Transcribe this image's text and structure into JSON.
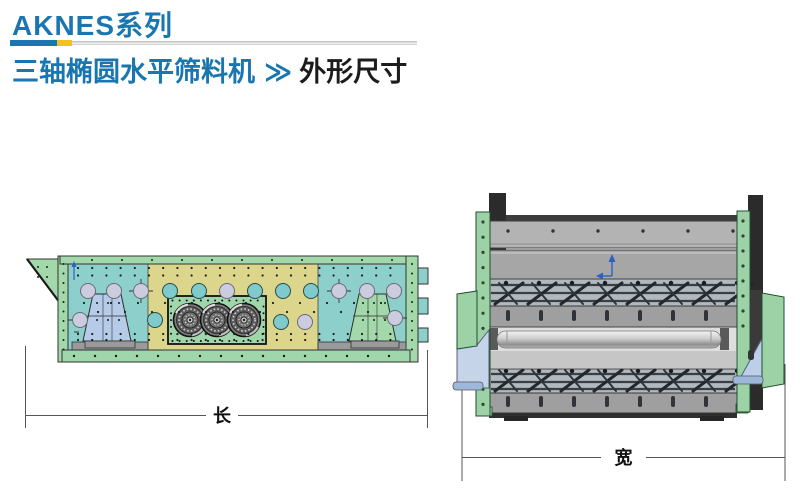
{
  "header": {
    "series": "AKNES系列",
    "product": "三轴椭圆水平筛料机",
    "separator": "≫",
    "section": "外形尺寸"
  },
  "dimensions": {
    "length_label": "长",
    "width_label": "宽"
  },
  "icons": {
    "axis_marker": "coordinate-axis-arrows"
  },
  "colors": {
    "title_blue": "#1a76b0",
    "accent_yellow": "#f0c41e",
    "divider_gray": "#cccccc",
    "panel_teal": "#8ccfcb",
    "panel_yellow": "#dbd68c",
    "frame_green": "#a2d8aa",
    "support_blue": "#b5cbe7",
    "metal_gray": "#a8a8a8",
    "outline_dark": "#333333",
    "axis_blue": "#2b62c4"
  }
}
